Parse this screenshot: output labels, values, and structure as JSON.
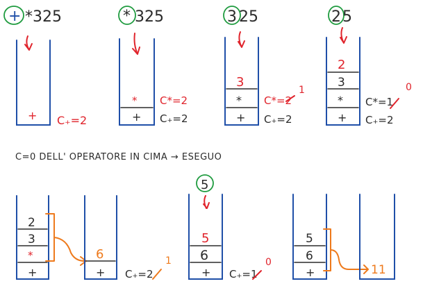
{
  "steps": [
    {
      "head": "+",
      "rest": "*325",
      "caption_label": "C₊=2",
      "annotation": "+"
    },
    {
      "head": "*",
      "rest": "325",
      "cap1": "C*=2",
      "cap2": "C₊=2",
      "stack": [
        "*",
        "+"
      ]
    },
    {
      "head": "3",
      "rest": "25",
      "cap1": "C*=2",
      "cap1_new": "1",
      "cap2": "C₊=2",
      "stack": [
        "3",
        "*",
        "+"
      ]
    },
    {
      "head": "2",
      "rest": "5",
      "cap1": "C*=1",
      "cap1_new": "0",
      "cap2": "C₊=2",
      "stack": [
        "2",
        "3",
        "*",
        "+"
      ]
    }
  ],
  "rule": "C=0 DELL' OPERATORE IN CIMA → ESEGUO",
  "bottom": {
    "left_stack": [
      "2",
      "3",
      "*",
      "+"
    ],
    "result_stack": [
      "6",
      "+"
    ],
    "cap_a": "C₊=2",
    "cap_a_new": "1",
    "circled": "5",
    "mid_stack": [
      "5",
      "6",
      "+"
    ],
    "cap_b": "C₊=1",
    "cap_b_new": "0",
    "right_stack": [
      "5",
      "6",
      "+"
    ],
    "final": "11"
  }
}
